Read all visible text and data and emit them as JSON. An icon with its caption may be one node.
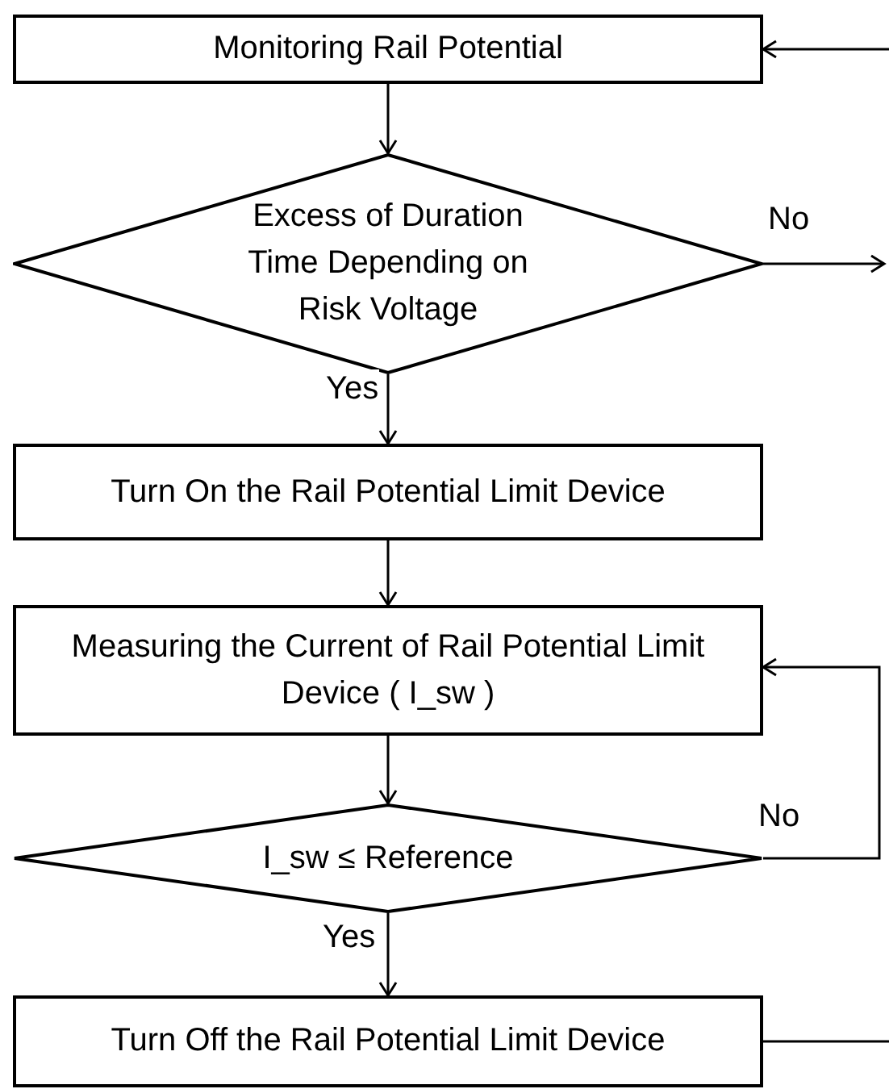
{
  "diagram": {
    "nodes": [
      {
        "text": [
          "Monitoring Rail Potential"
        ]
      },
      {
        "text": [
          "Excess of Duration Time Depending on Risk Voltage"
        ]
      },
      {
        "text": [
          "Turn On the Rail Potential Limit Device"
        ]
      },
      {
        "text": [
          "Measuring the Current of Rail Potential Limit Device ( I_sw )"
        ]
      },
      {
        "text": [
          "I_sw ≤  Reference"
        ]
      },
      {
        "text": [
          "Turn Off the Rail Potential Limit Device"
        ]
      }
    ],
    "edges": [
      {
        "from": null,
        "to": 0,
        "arrow": "to"
      },
      {
        "from": 0,
        "to": 1,
        "arrow": "to"
      },
      {
        "from": 1,
        "to": null,
        "arrow": "to",
        "label": "No"
      },
      {
        "from": 1,
        "to": 2,
        "arrow": "to",
        "label": "Yes"
      },
      {
        "from": 2,
        "to": 3,
        "arrow": "to"
      },
      {
        "from": 3,
        "to": 4,
        "arrow": "to"
      },
      {
        "from": 4,
        "to": 3,
        "arrow": "to",
        "label": "No"
      },
      {
        "from": 4,
        "to": 5,
        "arrow": "to",
        "label": "Yes"
      },
      {
        "from": 5,
        "to": null,
        "arrow": "none"
      }
    ]
  }
}
